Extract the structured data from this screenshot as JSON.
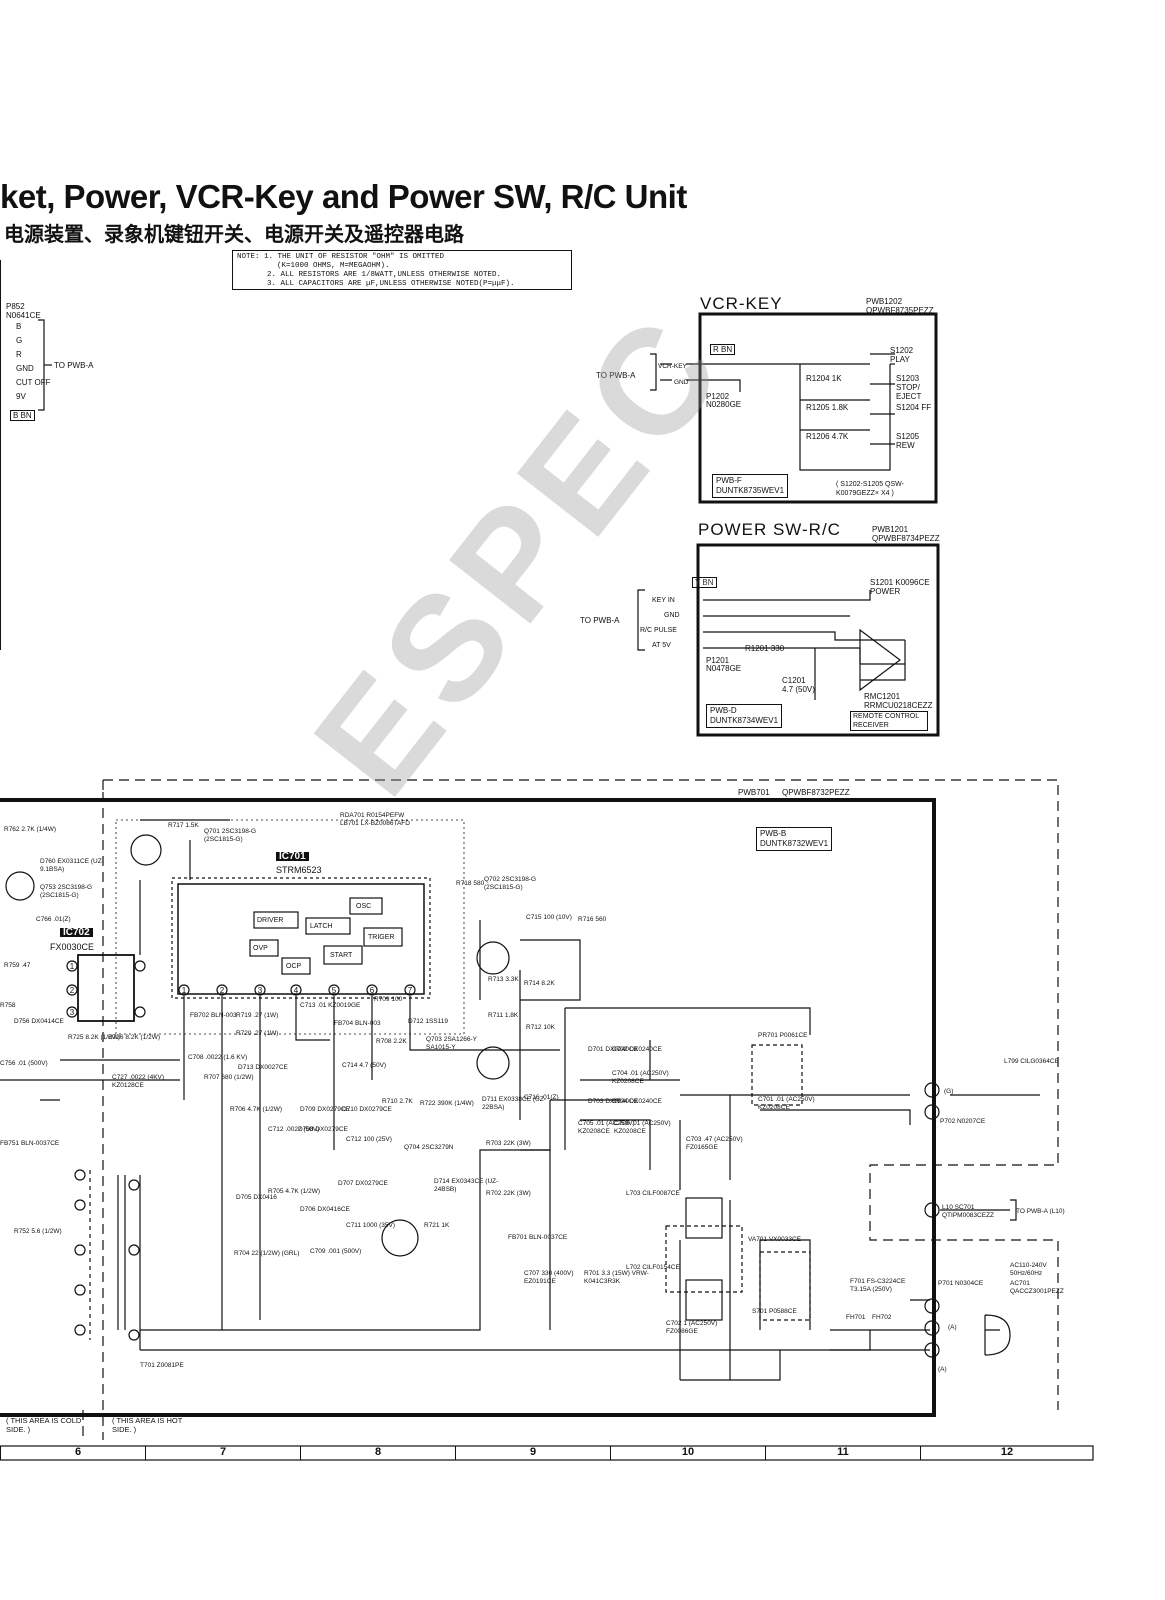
{
  "title": "ket, Power, VCR-Key and Power SW, R/C Unit",
  "subtitle": "电源装置、录象机键钮开关、电源开关及遥控器电路",
  "note": [
    "NOTE: 1. THE UNIT OF RESISTOR \"OHM\" IS OMITTED",
    "(K=1000 OHMS, M=MEGAOHM).",
    "2. ALL RESISTORS ARE 1/8WATT,UNLESS OTHERWISE NOTED.",
    "3. ALL CAPACITORS ARE μF,UNLESS OTHERWISE NOTED(P=μμF)."
  ],
  "left_connector": {
    "ref": "P852",
    "part": "N0641CE",
    "pins": [
      "B",
      "G",
      "R",
      "GND",
      "CUT OFF",
      "9V"
    ],
    "to": "TO PWB-A",
    "color_code": "B BN"
  },
  "vcr_key": {
    "header": "VCR-KEY",
    "pwb": "PWB1202",
    "part": "QPWBF8735PEZZ",
    "to": "TO PWB-A",
    "color_code": "R BN",
    "pin_labels": [
      "VCR-KEY",
      "GND"
    ],
    "connector": "P1202",
    "connector_part": "N0280GE",
    "resistors": [
      "R1204 1K",
      "R1205 1.8K",
      "R1206 4.7K"
    ],
    "switches": [
      "S1202 PLAY",
      "S1203 STOP/ EJECT",
      "S1204 FF",
      "S1205 REW"
    ],
    "board": "PWB-F",
    "board_part": "DUNTK8735WEV1",
    "switch_note": "( S1202-S1205 QSW-K0079GEZZ× X4 )"
  },
  "power_sw": {
    "header": "POWER SW-R/C",
    "pwb": "PWB1201",
    "part": "QPWBF8734PEZZ",
    "to": "TO PWB-A",
    "color_code": "Y BN",
    "pin_labels": [
      "KEY IN",
      "GND",
      "R/C PULSE",
      "AT 5V"
    ],
    "switch": "S1201 K0096CE POWER",
    "resistor": "R1201 330",
    "capacitor": "C1201 4.7 (50V)",
    "connector": "P1201",
    "connector_part": "N0478GE",
    "receiver": "RMC1201 RRMCU0218CEZZ",
    "receiver_label": "REMOTE CONTROL RECEIVER",
    "board": "PWB-D",
    "board_part": "DUNTK8734WEV1"
  },
  "main": {
    "pwb": "PWB701",
    "part": "QPWBF8732PEZZ",
    "board": "PWB-B",
    "board_part": "DUNTK8732WEV1",
    "ic701": "IC701",
    "ic701_part": "STRM6523",
    "ic702": "IC702",
    "ic702_part": "FX0030CE",
    "ic_blocks": [
      "DRIVER",
      "LATCH",
      "OSC",
      "OVP",
      "TRIGER",
      "START",
      "OCP"
    ],
    "labels": [
      "Q701 2SC3198-G (2SC1815-G)",
      "R717 1.5K",
      "RDA701 R0154PEFW LB701 LX-BZ0086TAFD",
      "Q702 2SC3198-G (2SC1815-G)",
      "R718 580",
      "C715 100 (10V)",
      "R716 560",
      "R713 3.3K",
      "R714 8.2K",
      "R711 1.8K",
      "R712 10K",
      "D711 EX0338CE (UZ-22BSA)",
      "C716 .01(Z)",
      "Q703 2SA1266-Y SA1015-Y",
      "R709 100",
      "D712 1SS119",
      "FB704 BLN-003",
      "R708 2.2K",
      "C714 4.7 (50V)",
      "D709 DX0279CE",
      "D710 DX0279CE",
      "R710 2.7K",
      "R722 390K (1/4W)",
      "FB702 BLN-003",
      "R719 .27 (1W)",
      "R720 .27 (1W)",
      "C713 .01 KZ0019GE",
      "D713 DX0027CE",
      "R707 680 (1/2W)",
      "R706 4.7K (1/2W)",
      "C712 .0022 (50V)",
      "D708 DX0279CE",
      "C712 100 (25V)",
      "Q704 2SC3279N",
      "D714 EX0343CE (UZ-24BSB)",
      "R703 22K (3W)",
      "R702 22K (3W)",
      "R721 1K",
      "D707 DX0279CE",
      "D705 DX0416",
      "R705 4.7K (1/2W)",
      "D706 DX0416CE",
      "C711 1000 (35V)",
      "R704 22 (1/2W) (GRL)",
      "C709 .001 (500V)",
      "FB701 BLN-0037CE",
      "C707 330 (400V) EZ0191CE",
      "R701 3.3 (15W) VRW-K041C3R3K",
      "C727 .0022 (4KV) KZ0128CE",
      "C708 .0022 (1.6 KV)",
      "D701 DX0240CE",
      "D702 DX0240CE",
      "C704 .01 (AC250V) KZ0208CE",
      "D703 DX0240CE",
      "D704 DX0240CE",
      "C705 .01 (AC250V) KZ0208CE",
      "C706 .01 (AC250V) KZ0208CE",
      "C703 .47 (AC250V) FZ0165GE",
      "PR701 P0061CE",
      "C701 .01 (AC250V) KZ0208CE",
      "L799 CILG0364CE",
      "P702 N0207CE",
      "L703 CILF0087CE",
      "L702 CILF0154CE",
      "C702 1 (AC250V) FZ0086GE",
      "VA701 VX0033CE",
      "S701 P0588CE",
      "F701 FS-C3224CE T3.15A (250V)",
      "FH701",
      "FH702",
      "P701 N0304CE",
      "AC110-240V 50Hz/60Hz",
      "AC701 QACCZ3001PEZZ",
      "L10 SC701 QTIPM0083CEZZ",
      "TO PWB-A (L10)",
      "T701 Z0081PE",
      "R762 2.7K (1/4W)",
      "D760 EX0311CE (UZ-9.1BSA)",
      "Q753 2SC3198-G (2SC1815-G)",
      "C766 .01(Z)",
      "R759 .47",
      "R758",
      "D756 DX0414CE",
      "R725 8.2K (1/2W)",
      "R726 8.2K (1/2W)",
      "C756 .01 (500V)",
      "FB751 BLN-0037CE",
      "R752 5.6 (1/2W)",
      "(G)",
      "(A)",
      "(A)"
    ],
    "hot_note": "( THIS AREA IS HOT SIDE. )",
    "cold_note": "( THIS AREA IS COLD SIDE. )"
  },
  "watermark": "ESPEC",
  "ruler": [
    "6",
    "7",
    "8",
    "9",
    "10",
    "11",
    "12"
  ]
}
